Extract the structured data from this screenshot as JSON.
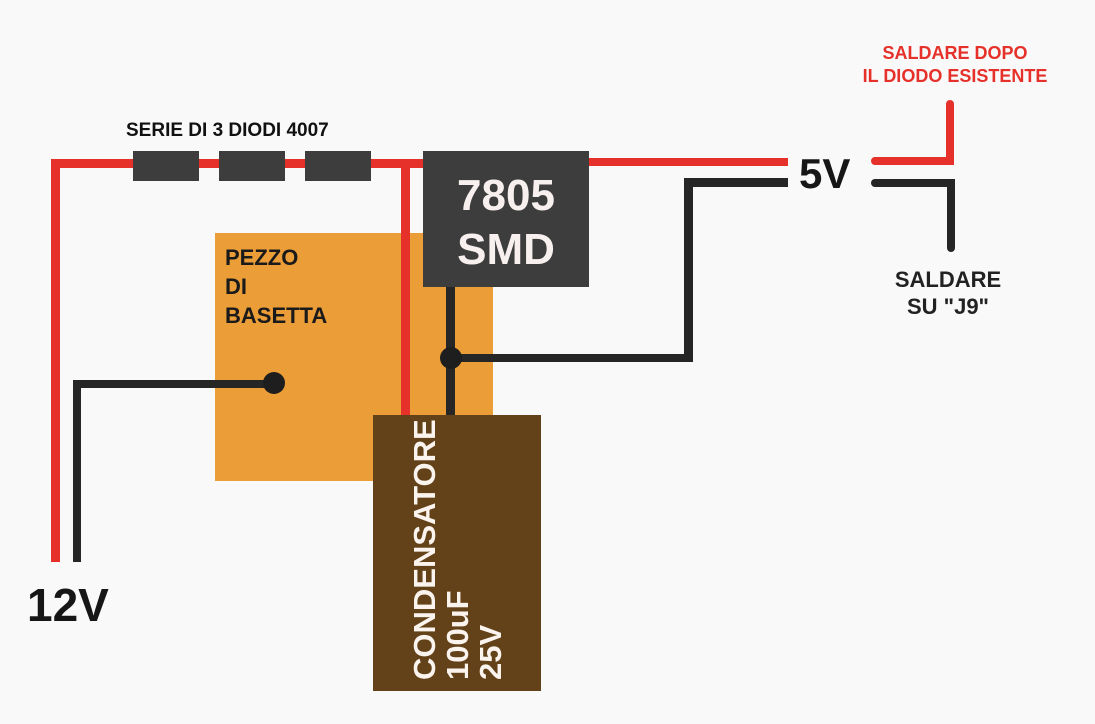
{
  "diagram": {
    "title_diodes": "SERIE DI 3 DIODI 4007",
    "diodes": [
      {
        "name": "diode-1",
        "type": "1N4007"
      },
      {
        "name": "diode-2",
        "type": "1N4007"
      },
      {
        "name": "diode-3",
        "type": "1N4007"
      }
    ],
    "regulator": {
      "line1": "7805",
      "line2": "SMD"
    },
    "board": {
      "line1": "PEZZO",
      "line2": "DI",
      "line3": "BASETTA"
    },
    "capacitor": {
      "line1": "CONDENSATORE",
      "line2": "100uF",
      "line3": "25V"
    },
    "input_label": "12V",
    "output_label": "5V",
    "note_red": {
      "line1": "SALDARE DOPO",
      "line2": "IL DIODO ESISTENTE"
    },
    "note_black": {
      "line1": "SALDARE",
      "line2": "SU \"J9\""
    },
    "colors": {
      "positive_wire": "#e5312a",
      "ground_wire": "#262626",
      "board": "#eb9d38",
      "capacitor": "#644219",
      "component": "#3d3d3d",
      "note_red": "#e5312a"
    }
  }
}
